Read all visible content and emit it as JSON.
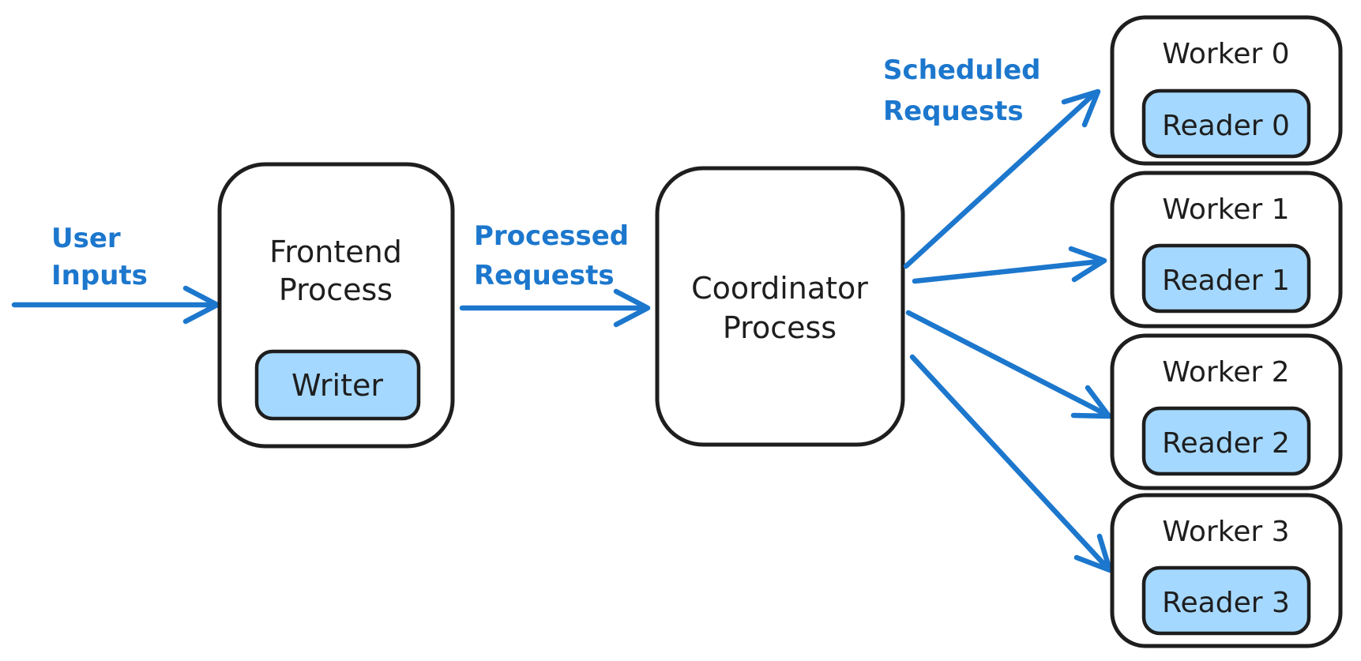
{
  "diagram": {
    "colors": {
      "accent_blue": "#1c77cd",
      "chip_fill": "#a5d8ff",
      "node_fill": "#ffffff",
      "stroke_dark": "#1e1e1e",
      "background": "#ffffff"
    },
    "labels": {
      "user_inputs": {
        "lines": [
          "User",
          "Inputs"
        ]
      },
      "processed_requests": {
        "lines": [
          "Processed",
          "Requests"
        ]
      },
      "scheduled_requests": {
        "lines": [
          "Scheduled",
          "Requests"
        ]
      }
    },
    "nodes": {
      "frontend": {
        "title_lines": [
          "Frontend",
          "Process"
        ],
        "child": "Writer"
      },
      "coordinator": {
        "title_lines": [
          "Coordinator",
          "Process"
        ]
      },
      "workers": [
        {
          "title": "Worker 0",
          "child": "Reader 0"
        },
        {
          "title": "Worker 1",
          "child": "Reader 1"
        },
        {
          "title": "Worker 2",
          "child": "Reader 2"
        },
        {
          "title": "Worker 3",
          "child": "Reader 3"
        }
      ]
    }
  }
}
